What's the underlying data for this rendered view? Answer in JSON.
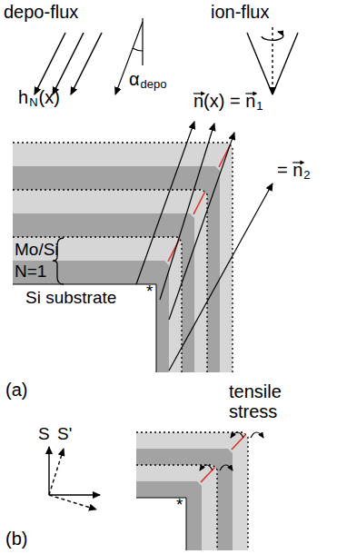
{
  "diagram": {
    "labels": [
      "depo-flux",
      "ion-flux",
      "α",
      "depo",
      "h",
      "N",
      "(x)",
      "n(x) = n",
      "1",
      "= n",
      "2",
      "Mo/Si",
      "N=1",
      "*",
      "Si substrate",
      "(a)",
      "tensile stress",
      "S",
      "S'",
      "*",
      "(b)"
    ]
  }
}
